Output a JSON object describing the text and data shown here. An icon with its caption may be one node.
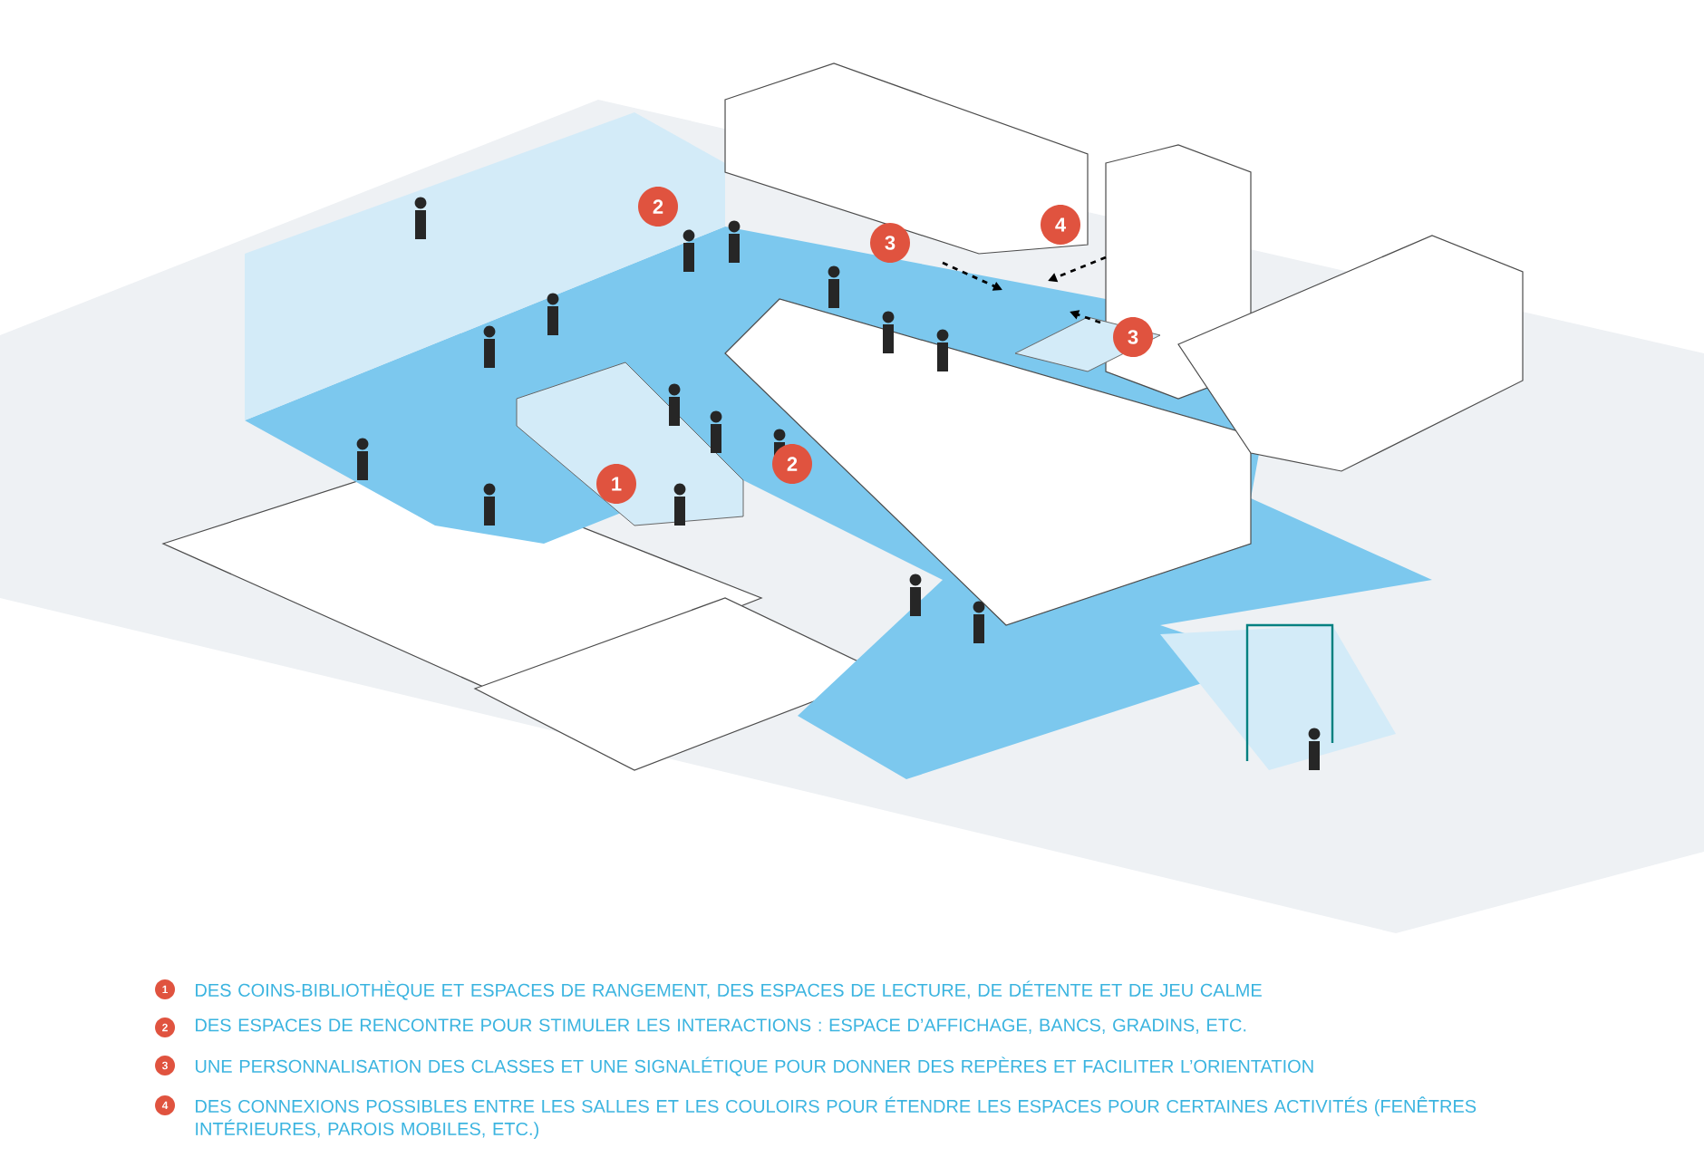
{
  "diagram": {
    "labels": [
      "2",
      "4",
      "3",
      "3",
      "1",
      "2",
      "1",
      "DES COINS-BIBLIOTHÈQUE ET ESPACES DE RANGEMENT, DES ESPACES DE LECTURE, DE DÉTENTE ET DE JEU CALME",
      "2",
      "DES ESPACES DE RENCONTRE POUR STIMULER LES INTERACTIONS : ESPACE D’AFFICHAGE, BANCS, GRADINS, ETC.",
      "3",
      "UNE PERSONNALISATION DES CLASSES ET UNE SIGNALÉTIQUE POUR DONNER DES REPÈRES ET FACILITER L’ORIENTATION",
      "4",
      "DES CONNEXIONS POSSIBLES ENTRE LES SALLES ET LES COULOIRS POUR ÉTENDRE LES ESPACES POUR CERTAINES ACTIVITÉS (FENÊTRES INTÉRIEURES, PAROIS MOBILES, ETC.)"
    ]
  }
}
